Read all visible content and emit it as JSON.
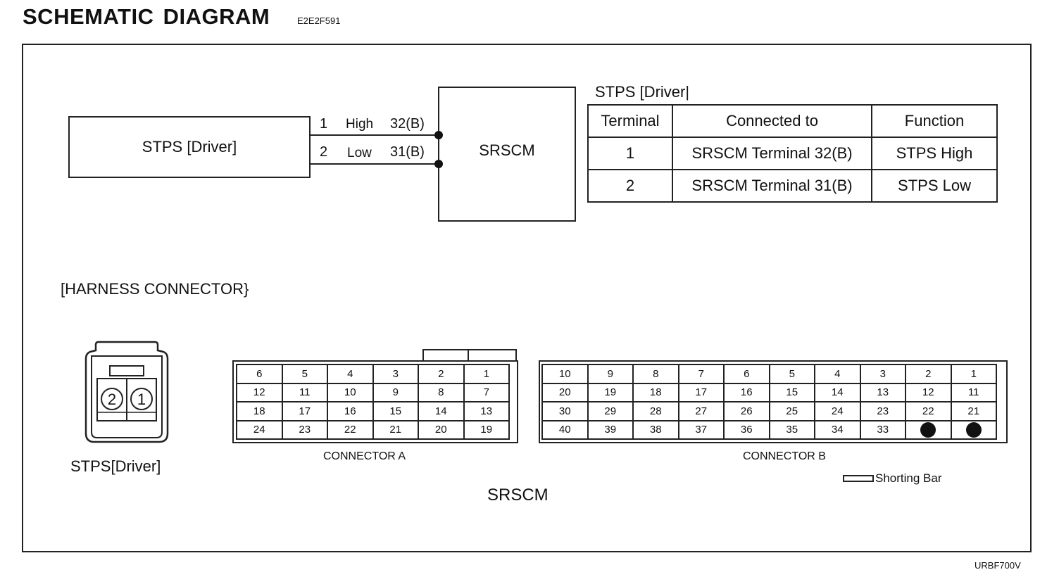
{
  "header": {
    "title": "SCHEMATIC DIAGRAM",
    "code": "E2E2F591"
  },
  "schematic": {
    "stps_box_label": "STPS [Driver]",
    "srscm_box_label": "SRSCM",
    "wires": [
      {
        "pin": "1",
        "signal": "High",
        "terminal": "32(B)"
      },
      {
        "pin": "2",
        "signal": "Low",
        "terminal": "31(B)"
      }
    ]
  },
  "terminal_table": {
    "title": "STPS [Driver|",
    "headers": [
      "Terminal",
      "Connected to",
      "Function"
    ],
    "rows": [
      {
        "terminal": "1",
        "connected_to": "SRSCM Terminal 32(B)",
        "function": "STPS High"
      },
      {
        "terminal": "2",
        "connected_to": "SRSCM Terminal 31(B)",
        "function": "STPS Low"
      }
    ]
  },
  "harness": {
    "title": "[HARNESS CONNECTOR}",
    "stps_connector": {
      "pins": [
        "2",
        "1"
      ],
      "label": "STPS[Driver]"
    },
    "connector_a": {
      "label": "CONNECTOR A",
      "rows": [
        [
          "6",
          "5",
          "4",
          "3",
          "2",
          "1"
        ],
        [
          "12",
          "11",
          "10",
          "9",
          "8",
          "7"
        ],
        [
          "18",
          "17",
          "16",
          "15",
          "14",
          "13"
        ],
        [
          "24",
          "23",
          "22",
          "21",
          "20",
          "19"
        ]
      ]
    },
    "connector_b": {
      "label": "CONNECTOR B",
      "rows": [
        [
          "10",
          "9",
          "8",
          "7",
          "6",
          "5",
          "4",
          "3",
          "2",
          "1"
        ],
        [
          "20",
          "19",
          "18",
          "17",
          "16",
          "15",
          "14",
          "13",
          "12",
          "11"
        ],
        [
          "30",
          "29",
          "28",
          "27",
          "26",
          "25",
          "24",
          "23",
          "22",
          "21"
        ],
        [
          "40",
          "39",
          "38",
          "37",
          "36",
          "35",
          "34",
          "33",
          "",
          ""
        ]
      ],
      "filled_pins": [
        "32",
        "31"
      ]
    },
    "srscm_label": "SRSCM",
    "legend": {
      "shorting_bar": "Shorting Bar"
    }
  },
  "footer": {
    "figure_code": "URBF700V"
  }
}
